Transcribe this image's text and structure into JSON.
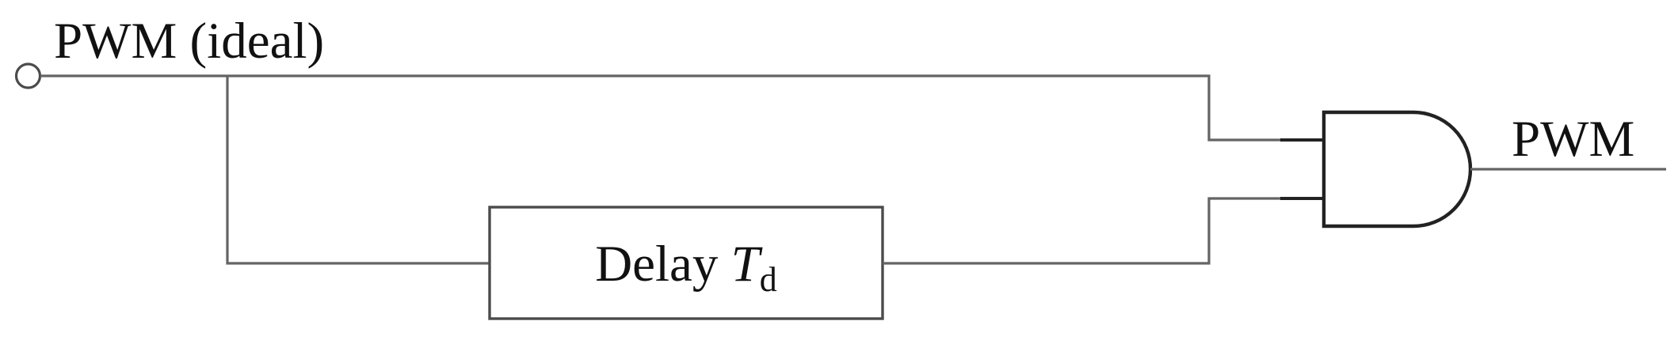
{
  "diagram": {
    "type": "logic-circuit-block-diagram",
    "background_color": "#ffffff",
    "wire_color": "#646464",
    "gate_outline_color": "#222222",
    "block_outline_color": "#4b4b4b",
    "text_color": "#111111",
    "input": {
      "label": "PWM (ideal)",
      "terminal_shape": "open-circle"
    },
    "delay_block": {
      "label_prefix": "Delay ",
      "symbol": "T",
      "subscript": "d"
    },
    "gate": {
      "type": "AND"
    },
    "output": {
      "label": "PWM"
    }
  }
}
